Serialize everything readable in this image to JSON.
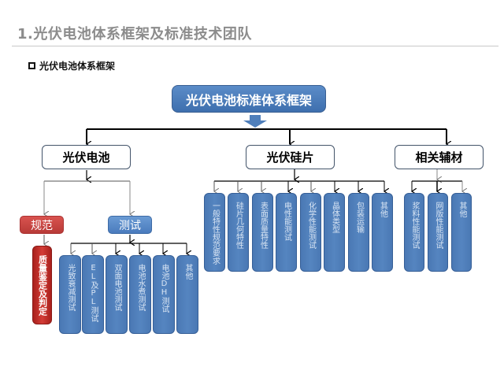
{
  "header": {
    "title": "1.光伏电池体系框架及标准技术团队",
    "subtitle": "光伏电池体系框架"
  },
  "diagram": {
    "root": "光伏电池标准体系框架",
    "branches": [
      {
        "label": "光伏电池",
        "categories": [
          {
            "label": "规范",
            "color": "red",
            "children": [
              "质量鉴定及判定"
            ]
          },
          {
            "label": "测试",
            "color": "blue",
            "children": [
              "光致衰减测试",
              "EL及PL测试",
              "双面电池测试",
              "电池水煮测试",
              "电池DH测试",
              "其他"
            ]
          }
        ]
      },
      {
        "label": "光伏硅片",
        "children": [
          "一般特性规范要求",
          "硅片几何特性",
          "表面质量特性",
          "电性能测试",
          "化学性能测试",
          "晶体类型",
          "包装运输",
          "其他"
        ]
      },
      {
        "label": "相关辅材",
        "children": [
          "浆料性能测试",
          "网版性能测试",
          "其他"
        ]
      }
    ]
  },
  "colors": {
    "root_fill": "#4a7bbd",
    "leaf_fill": "#4f7fbb",
    "norm_fill": "#c9403b",
    "quality_fill": "#c0302b",
    "title_text": "#8c8c8c"
  }
}
